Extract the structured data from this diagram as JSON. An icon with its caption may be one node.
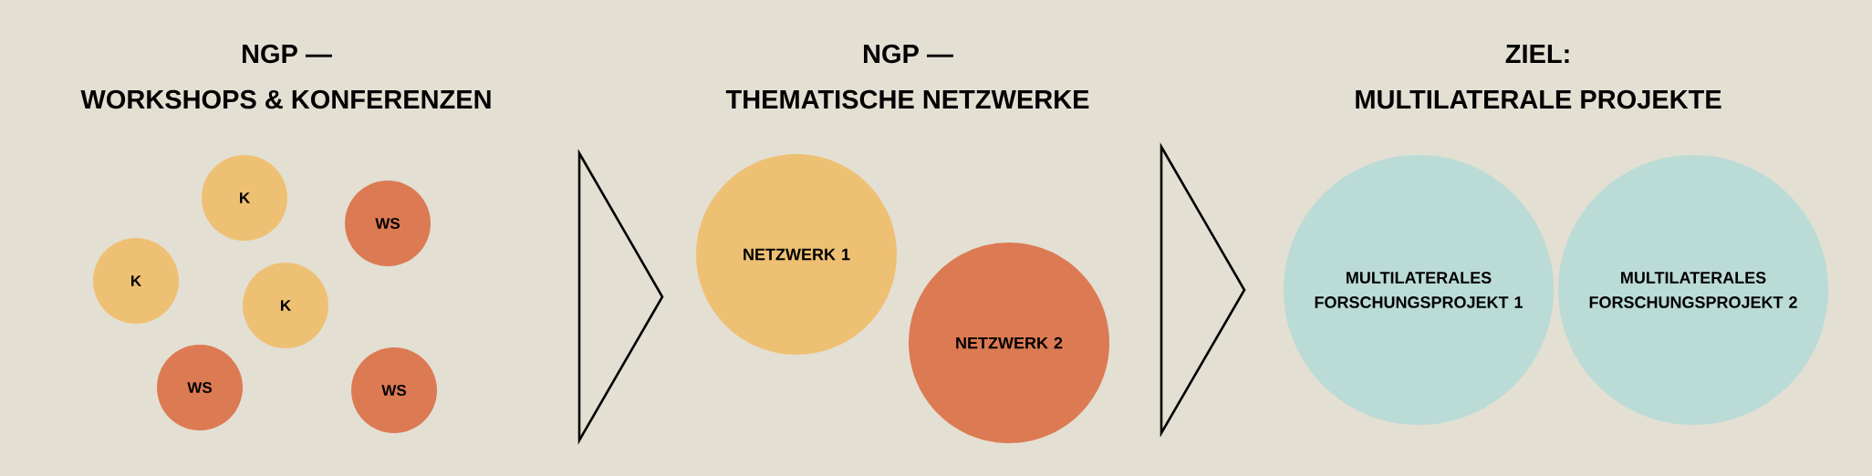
{
  "diagram": {
    "nodes": [
      {
        "text": [
          "K"
        ]
      },
      {
        "text": [
          "WS"
        ]
      },
      {
        "text": [
          "K"
        ]
      },
      {
        "text": [
          "K"
        ]
      },
      {
        "text": [
          "WS"
        ]
      },
      {
        "text": [
          "WS"
        ]
      },
      {
        "text": [
          "NETZWERK 1"
        ]
      },
      {
        "text": [
          "NETZWERK 2"
        ]
      },
      {
        "text": [
          "MULTILATERALES FORSCHUNGSPROJEKT 1"
        ]
      },
      {
        "text": [
          "MULTILATERALES FORSCHUNGSPROJEKT 2"
        ]
      }
    ],
    "edges": [
      {
        "from": 1,
        "to": 6,
        "arrow": "to"
      },
      {
        "from": 7,
        "to": 8,
        "arrow": "to"
      }
    ],
    "labels": [
      "NGP —",
      "NGP —",
      "ZIEL:",
      "WORKSHOPS & KONFERENZEN",
      "THEMATISCHE NETZWERKE",
      "MULTILATERALE PROJEKTE"
    ]
  }
}
